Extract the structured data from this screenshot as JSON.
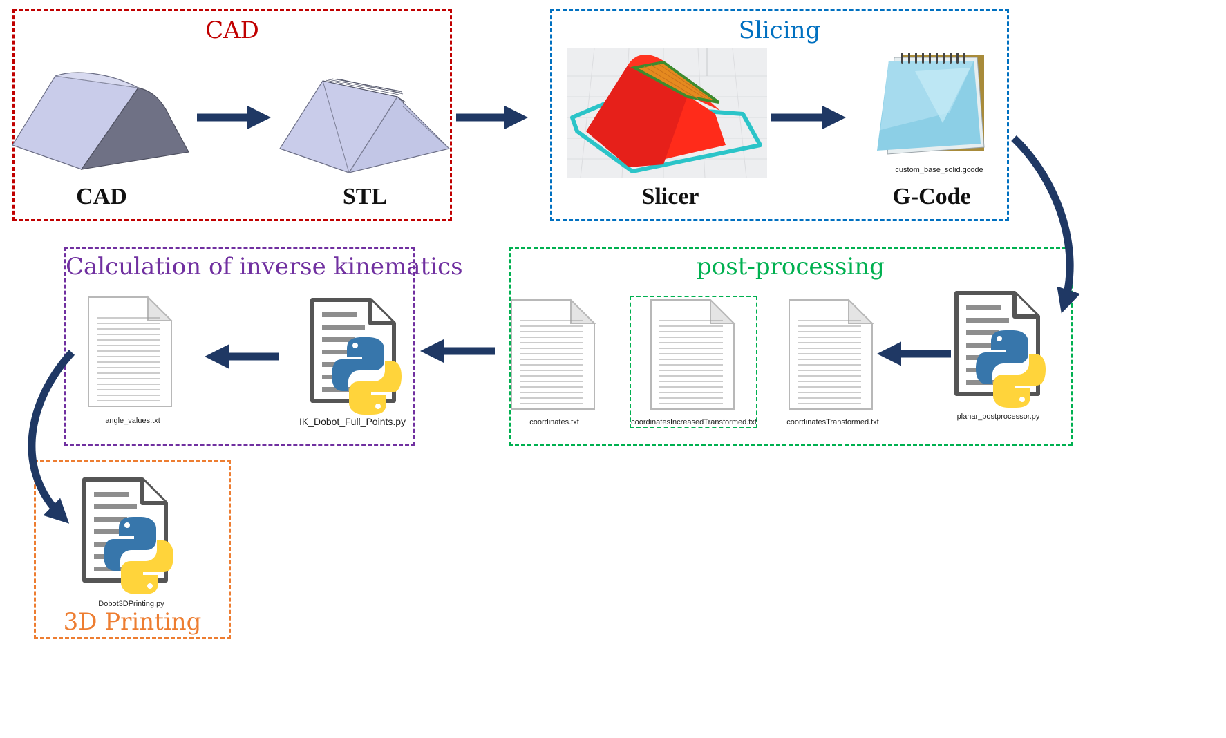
{
  "colors": {
    "arrow": "#1F3864",
    "cad": "#C00000",
    "slicing": "#0070C0",
    "post": "#00B050",
    "ik": "#7030A0",
    "printing": "#ED7D31",
    "python_blue": "#3776AB",
    "python_yellow": "#FFD43B"
  },
  "boxes": {
    "cad": {
      "title": "CAD"
    },
    "slicing": {
      "title": "Slicing"
    },
    "post": {
      "title": "post-processing"
    },
    "ik": {
      "title": "Calculation of inverse kinematics"
    },
    "printing": {
      "title": "3D Printing"
    }
  },
  "steps": {
    "cad": "CAD",
    "stl": "STL",
    "slicer": "Slicer",
    "gcode": "G-Code"
  },
  "files": {
    "gcode": "custom_base_solid.gcode",
    "postprocessor": "planar_postprocessor.py",
    "coords_transformed": "coordinatesTransformed.txt",
    "coords_increased": "coordinatesIncreasedTransformed.txt",
    "coords": "coordinates.txt",
    "ik_script": "IK_Dobot_Full_Points.py",
    "angles": "angle_values.txt",
    "printing_script": "Dobot3DPrinting.py"
  },
  "icons": {
    "cad_model": "prism-solid-icon",
    "stl_model": "prism-mesh-icon",
    "slicer": "slicer-preview-icon",
    "gcode": "notepad-icon",
    "python_file": "python-file-icon",
    "text_file": "text-file-icon"
  }
}
